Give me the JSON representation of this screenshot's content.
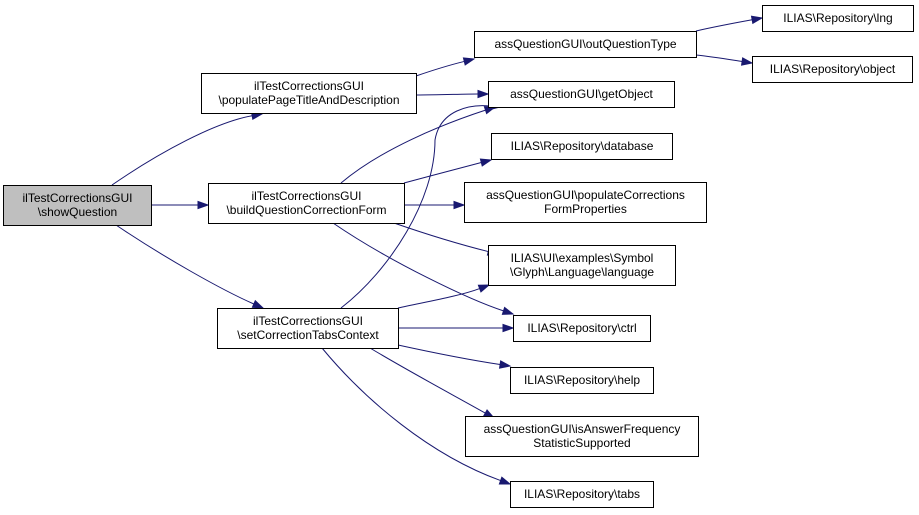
{
  "nodes": [
    {
      "id": "n0",
      "name": "node-show-question",
      "lines": [
        "ilTestCorrectionsGUI",
        "\\showQuestion"
      ],
      "root": true
    },
    {
      "id": "n1",
      "name": "node-populate-page-title",
      "lines": [
        "ilTestCorrectionsGUI",
        "\\populatePageTitleAndDescription"
      ]
    },
    {
      "id": "n2",
      "name": "node-build-question-correction-form",
      "lines": [
        "ilTestCorrectionsGUI",
        "\\buildQuestionCorrectionForm"
      ]
    },
    {
      "id": "n3",
      "name": "node-set-correction-tabs-context",
      "lines": [
        "ilTestCorrectionsGUI",
        "\\setCorrectionTabsContext"
      ]
    },
    {
      "id": "n4",
      "name": "node-out-question-type",
      "lines": [
        "assQuestionGUI\\outQuestionType"
      ]
    },
    {
      "id": "n5",
      "name": "node-get-object",
      "lines": [
        "assQuestionGUI\\getObject"
      ]
    },
    {
      "id": "n6",
      "name": "node-repository-database",
      "lines": [
        "ILIAS\\Repository\\database"
      ]
    },
    {
      "id": "n7",
      "name": "node-populate-corrections-form-properties",
      "lines": [
        "assQuestionGUI\\populateCorrections",
        "FormProperties"
      ]
    },
    {
      "id": "n8",
      "name": "node-glyph-language",
      "lines": [
        "ILIAS\\UI\\examples\\Symbol",
        "\\Glyph\\Language\\language"
      ]
    },
    {
      "id": "n9",
      "name": "node-repository-ctrl",
      "lines": [
        "ILIAS\\Repository\\ctrl"
      ]
    },
    {
      "id": "n10",
      "name": "node-repository-help",
      "lines": [
        "ILIAS\\Repository\\help"
      ]
    },
    {
      "id": "n11",
      "name": "node-is-answer-frequency-statistic-supported",
      "lines": [
        "assQuestionGUI\\isAnswerFrequency",
        "StatisticSupported"
      ]
    },
    {
      "id": "n12",
      "name": "node-repository-tabs",
      "lines": [
        "ILIAS\\Repository\\tabs"
      ]
    },
    {
      "id": "n13",
      "name": "node-repository-lng",
      "lines": [
        "ILIAS\\Repository\\lng"
      ]
    },
    {
      "id": "n14",
      "name": "node-repository-object",
      "lines": [
        "ILIAS\\Repository\\object"
      ]
    }
  ],
  "edges": [
    {
      "from": "n0",
      "to": "n1"
    },
    {
      "from": "n0",
      "to": "n2"
    },
    {
      "from": "n0",
      "to": "n3"
    },
    {
      "from": "n1",
      "to": "n4"
    },
    {
      "from": "n1",
      "to": "n5"
    },
    {
      "from": "n2",
      "to": "n5"
    },
    {
      "from": "n2",
      "to": "n6"
    },
    {
      "from": "n2",
      "to": "n7"
    },
    {
      "from": "n2",
      "to": "n8"
    },
    {
      "from": "n2",
      "to": "n9"
    },
    {
      "from": "n3",
      "to": "n5"
    },
    {
      "from": "n3",
      "to": "n8"
    },
    {
      "from": "n3",
      "to": "n9"
    },
    {
      "from": "n3",
      "to": "n10"
    },
    {
      "from": "n3",
      "to": "n11"
    },
    {
      "from": "n3",
      "to": "n12"
    },
    {
      "from": "n4",
      "to": "n13"
    },
    {
      "from": "n4",
      "to": "n14"
    }
  ],
  "colors": {
    "edge": "#191970",
    "root_fill": "#bfbfbf",
    "node_fill": "#ffffff",
    "border": "#000000"
  }
}
